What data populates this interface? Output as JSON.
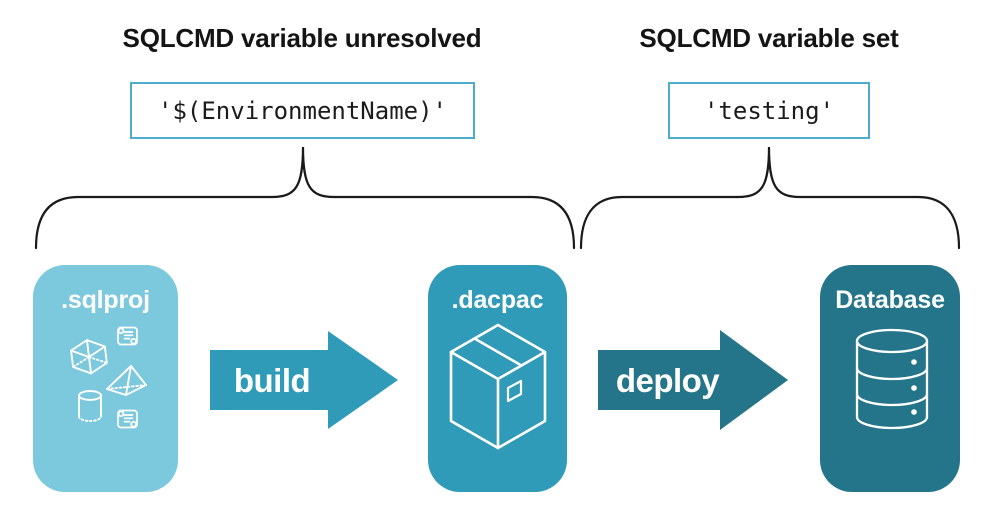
{
  "diagram": {
    "left_annotation": {
      "heading": "SQLCMD variable unresolved",
      "code": "'$(EnvironmentName)'"
    },
    "right_annotation": {
      "heading": "SQLCMD variable set",
      "code": "'testing'"
    },
    "nodes": [
      {
        "id": "sqlproj",
        "label": ".sqlproj",
        "color": "#7cc8dd",
        "icon": "sql-objects-icon"
      },
      {
        "id": "dacpac",
        "label": ".dacpac",
        "color": "#2f9bb8",
        "icon": "package-box-icon"
      },
      {
        "id": "database",
        "label": "Database",
        "color": "#25758a",
        "icon": "database-cylinder-icon"
      }
    ],
    "arrows": [
      {
        "label": "build",
        "color": "#2f9bb8"
      },
      {
        "label": "deploy",
        "color": "#25758a"
      }
    ],
    "colors": {
      "background": "#ffffff",
      "heading_text": "#141414",
      "code_text": "#1b1b1b",
      "code_box_border": "#4eadca",
      "brace": "#1a1a1a",
      "node_text": "#ffffff",
      "icon_stroke": "#ffffff"
    }
  }
}
